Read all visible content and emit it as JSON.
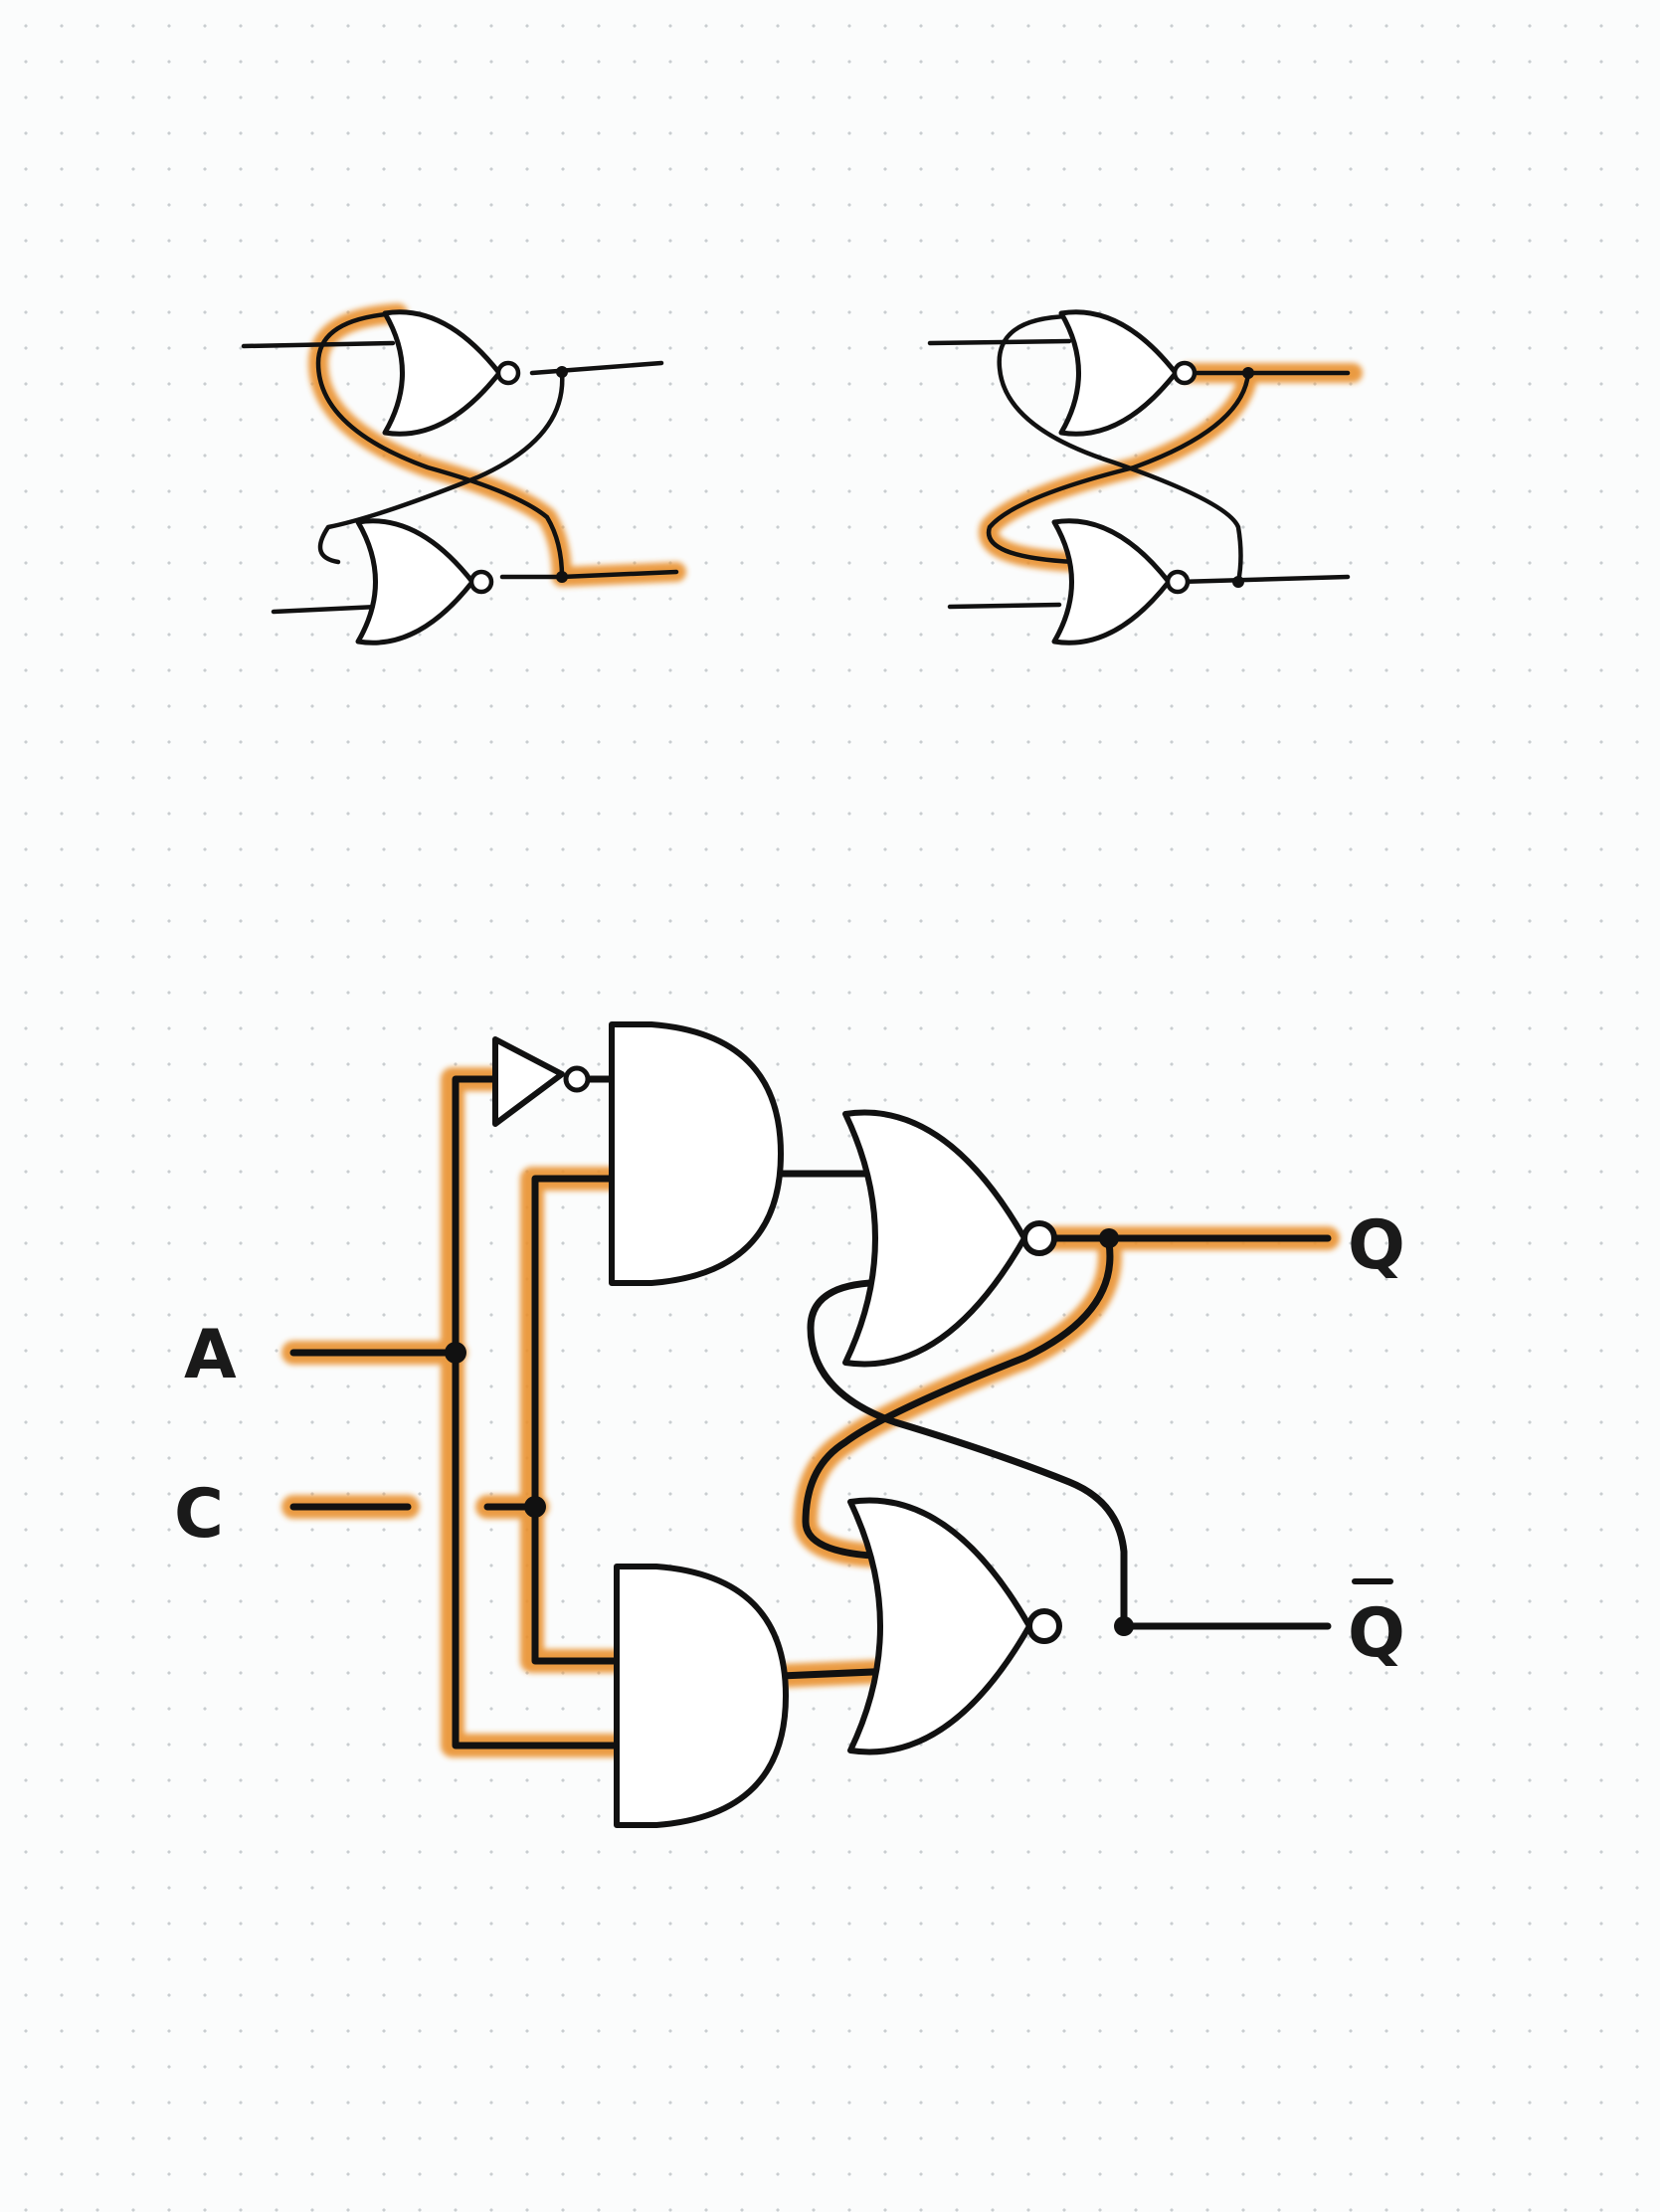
{
  "diagram": {
    "labels": {
      "input_a": "A",
      "input_c": "C",
      "output_q": "Q",
      "output_q_bar": "Q"
    },
    "colors": {
      "ink": "#111111",
      "highlight": "#e9912e",
      "gate_fill": "#ffffff"
    }
  }
}
